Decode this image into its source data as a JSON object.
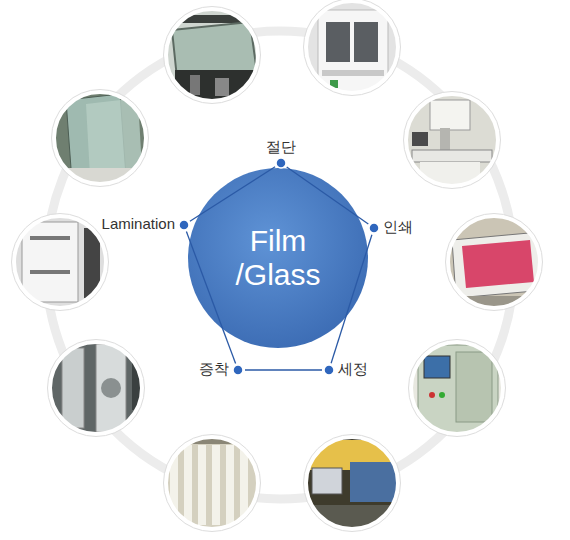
{
  "diagram": {
    "nodes": [
      {
        "text": [
          "Film /Glass"
        ]
      },
      {
        "text": [
          "절단"
        ]
      },
      {
        "text": [
          "인쇄"
        ]
      },
      {
        "text": [
          "세정"
        ]
      },
      {
        "text": [
          "증착"
        ]
      },
      {
        "text": [
          "Lamination"
        ]
      }
    ],
    "edges": [
      {
        "from": 1,
        "to": 2,
        "arrow": "none"
      },
      {
        "from": 2,
        "to": 3,
        "arrow": "none"
      },
      {
        "from": 3,
        "to": 4,
        "arrow": "none"
      },
      {
        "from": 4,
        "to": 5,
        "arrow": "none"
      },
      {
        "from": 5,
        "to": 1,
        "arrow": "none"
      }
    ]
  }
}
